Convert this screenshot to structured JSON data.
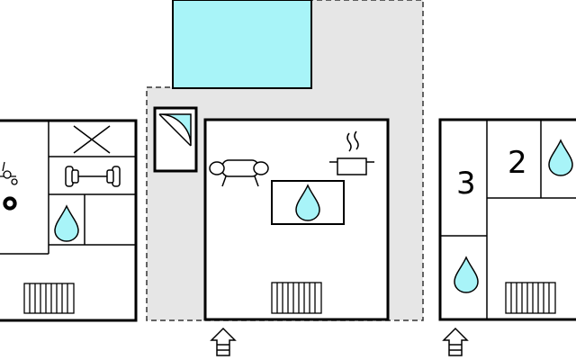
{
  "rooms": {
    "bedroom_right_a": {
      "number": "3"
    },
    "bedroom_right_b": {
      "number": "2"
    }
  },
  "colors": {
    "wall": "#000000",
    "terrace": "#e6e6e6",
    "pool": "#a8f4f8",
    "water": "#a8f4f8",
    "background": "#ffffff"
  },
  "icons": [
    "pool",
    "shower",
    "sauna",
    "fitness",
    "billiards",
    "water-drop",
    "sofa",
    "cooking-pot",
    "table",
    "radiator",
    "entrance-arrow"
  ]
}
